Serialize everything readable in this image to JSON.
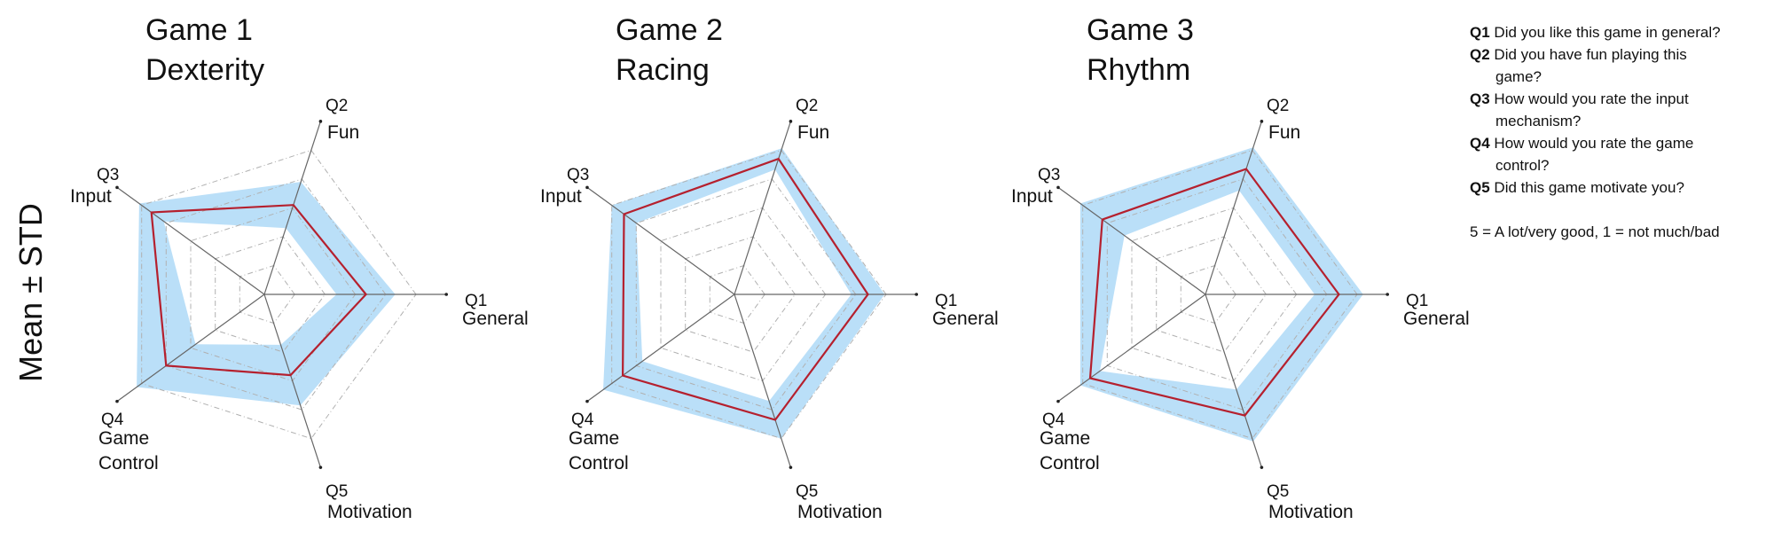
{
  "y_axis_label": "Mean ± STD",
  "legend": {
    "items": [
      {
        "key": "Q1",
        "lines": [
          "Did you like this game in general?"
        ]
      },
      {
        "key": "Q2",
        "lines": [
          "Did you have fun playing this",
          "game?"
        ]
      },
      {
        "key": "Q3",
        "lines": [
          "How would you rate the input",
          "mechanism?"
        ]
      },
      {
        "key": "Q4",
        "lines": [
          "How would you rate the game",
          "control?"
        ]
      },
      {
        "key": "Q5",
        "lines": [
          "Did this game motivate you?"
        ]
      }
    ],
    "scale_note": "5 = A lot/very good, 1 = not much/bad"
  },
  "colors": {
    "mean_line": "#b5202e",
    "std_band": "#b3dcf7",
    "axis": "#666666",
    "grid": "#b0b0b0"
  },
  "chart_data": [
    {
      "type": "radar",
      "title_line1": "Game 1",
      "title_line2": "Dexterity",
      "axes": [
        {
          "id": "Q1",
          "name": [
            "General"
          ]
        },
        {
          "id": "Q2",
          "name": [
            "Fun"
          ]
        },
        {
          "id": "Q3",
          "name": [
            "Input"
          ]
        },
        {
          "id": "Q4",
          "name": [
            "Game",
            "Control"
          ]
        },
        {
          "id": "Q5",
          "name": [
            "Motivation"
          ]
        }
      ],
      "range": [
        0,
        6
      ],
      "grid_levels": [
        1,
        2,
        3,
        4,
        5
      ],
      "mean": [
        3.35,
        3.1,
        4.6,
        4.0,
        2.8
      ],
      "std": [
        0.97,
        0.8,
        0.5,
        1.2,
        1.05
      ]
    },
    {
      "type": "radar",
      "title_line1": "Game 2",
      "title_line2": "Racing",
      "axes": [
        {
          "id": "Q1",
          "name": [
            "General"
          ]
        },
        {
          "id": "Q2",
          "name": [
            "Fun"
          ]
        },
        {
          "id": "Q3",
          "name": [
            "Input"
          ]
        },
        {
          "id": "Q4",
          "name": [
            "Game",
            "Control"
          ]
        },
        {
          "id": "Q5",
          "name": [
            "Motivation"
          ]
        }
      ],
      "range": [
        0,
        6
      ],
      "grid_levels": [
        1,
        2,
        3,
        4,
        5
      ],
      "mean": [
        4.4,
        4.7,
        4.5,
        4.55,
        4.35
      ],
      "std": [
        0.55,
        0.37,
        0.5,
        0.8,
        0.65
      ]
    },
    {
      "type": "radar",
      "title_line1": "Game 3",
      "title_line2": "Rhythm",
      "axes": [
        {
          "id": "Q1",
          "name": [
            "General"
          ]
        },
        {
          "id": "Q2",
          "name": [
            "Fun"
          ]
        },
        {
          "id": "Q3",
          "name": [
            "Input"
          ]
        },
        {
          "id": "Q4",
          "name": [
            "Game",
            "Control"
          ]
        },
        {
          "id": "Q5",
          "name": [
            "Motivation"
          ]
        }
      ],
      "range": [
        0,
        6
      ],
      "grid_levels": [
        1,
        2,
        3,
        4,
        5
      ],
      "mean": [
        4.4,
        4.35,
        4.2,
        4.7,
        4.2
      ],
      "std": [
        0.8,
        0.75,
        0.9,
        0.4,
        0.9
      ]
    }
  ]
}
